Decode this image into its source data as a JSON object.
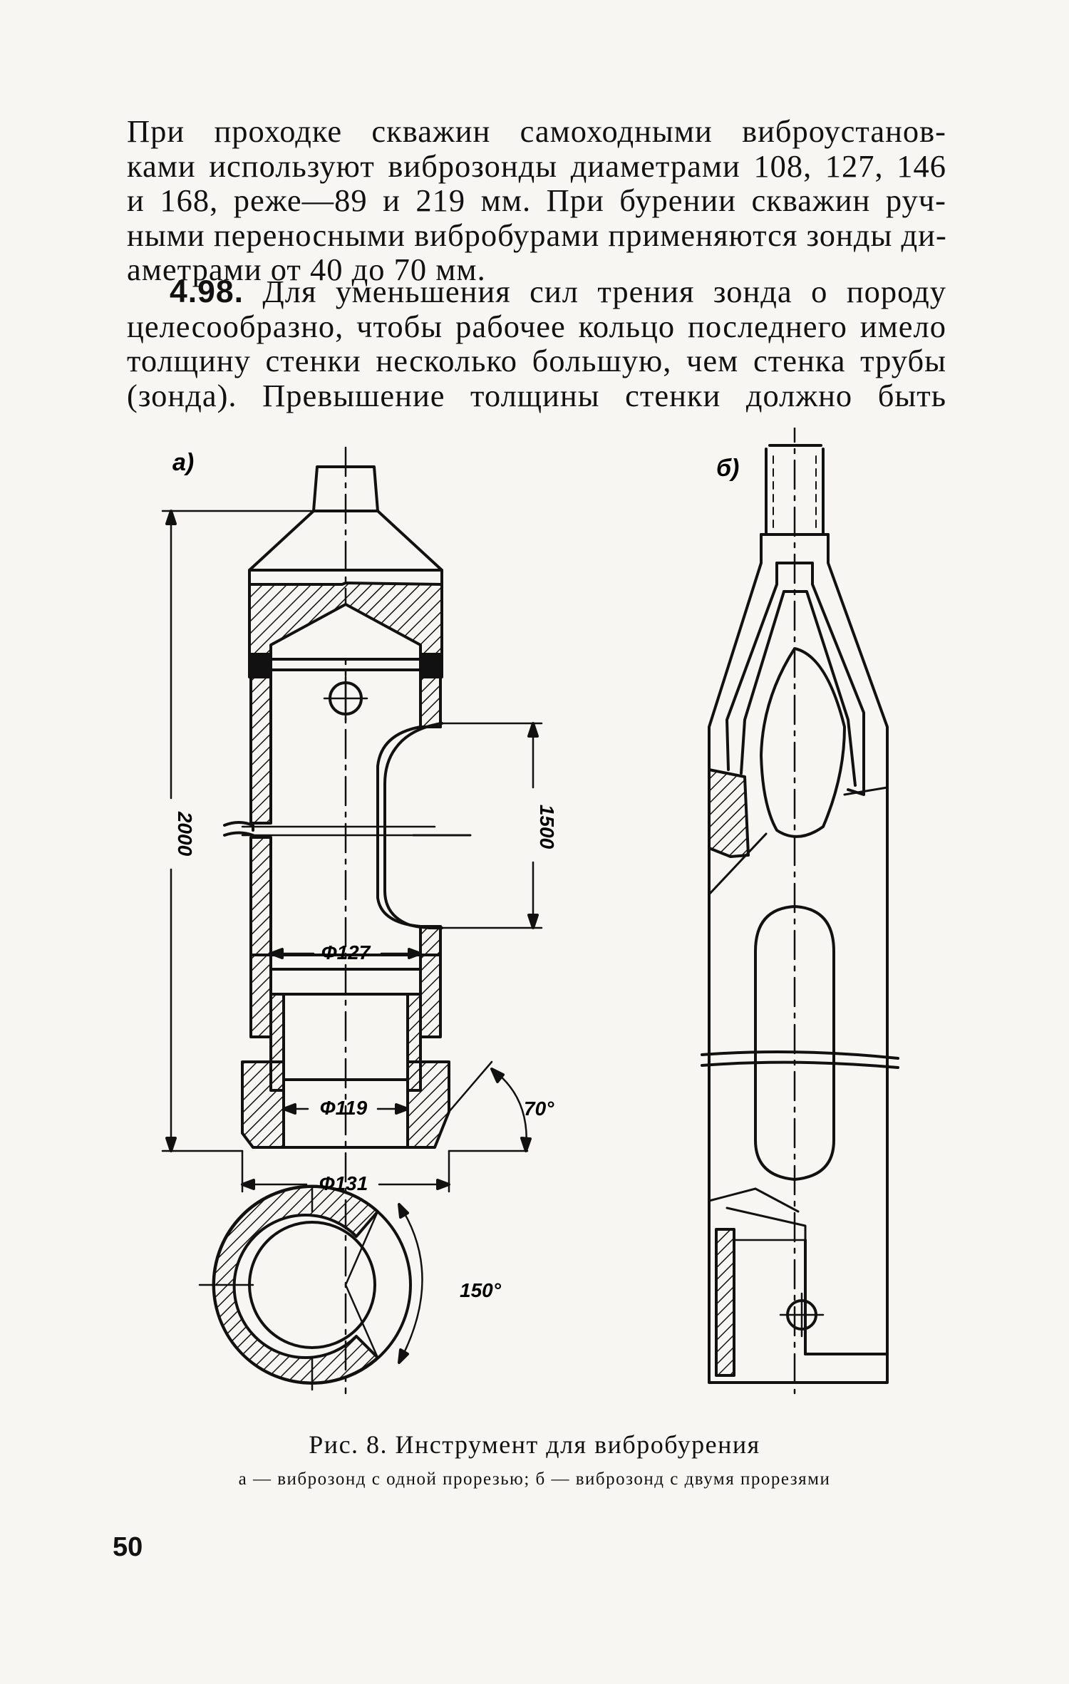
{
  "paragraph1": {
    "lines": [
      "При проходке скважин самоходными виброустанов-",
      "ками используют виброзонды диаметрами 108, 127, 146",
      "и 168, реже—89  и 219 мм. При бурении скважин руч-",
      "ными переносными вибробурами применяются зонды ди-",
      "аметрами от 40 до 70 мм."
    ]
  },
  "paragraph2": {
    "number": "4.98.",
    "lines": [
      " Для уменьшения сил трения зонда о породу",
      "целесообразно, чтобы рабочее кольцо последнего имело",
      "толщину стенки несколько большую, чем стенка трубы",
      "(зонда). Превышение толщины стенки должно быть"
    ]
  },
  "figure": {
    "label_a": "а)",
    "label_b": "б)",
    "dims": {
      "height_total": "2000",
      "slot_length": "1500",
      "d127": "Ф127",
      "d119": "Ф119",
      "d131": "Ф131",
      "angle70": "70°",
      "angle150": "150°"
    }
  },
  "caption": {
    "title": "Рис. 8. Инструмент для вибробурения",
    "subtitle": "а — виброзонд с одной прорезью; б — виброзонд с двумя прорезями"
  },
  "page_number": "50"
}
